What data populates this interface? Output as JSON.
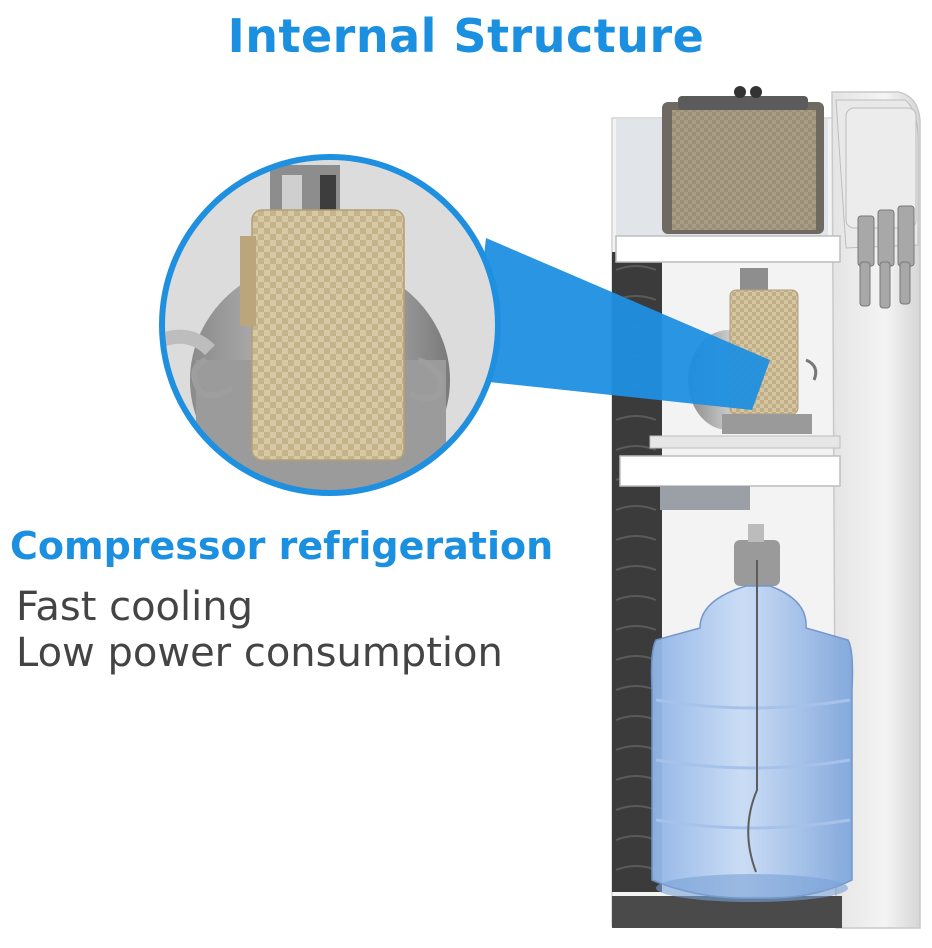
{
  "title": "Internal Structure",
  "feature": {
    "heading": "Compressor refrigeration",
    "benefits": [
      "Fast cooling",
      "Low power consumption"
    ]
  },
  "colors": {
    "accent": "#1b8fe0",
    "body_text": "#444444",
    "callout": "#1f8fe0"
  },
  "illustration": {
    "subject": "water-dispenser-cutaway",
    "callout_subject": "compressor-closeup"
  }
}
